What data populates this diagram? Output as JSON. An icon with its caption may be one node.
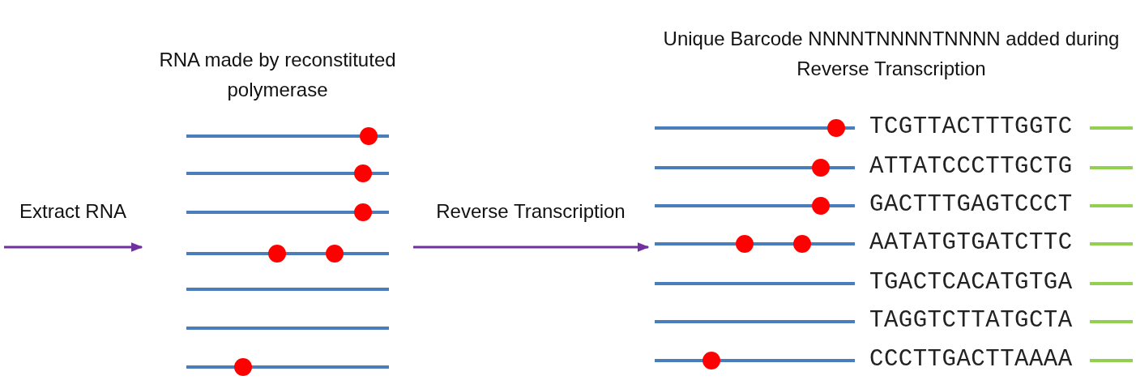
{
  "diagram": {
    "nodes": [
      {
        "text": [
          "RNA made by reconstituted polymerase"
        ]
      },
      {
        "text": [
          "Unique Barcode NNNNTNNNNTNNNN added during Reverse Transcription"
        ]
      }
    ],
    "edges": [
      {
        "from": null,
        "to": 0,
        "arrow": "to",
        "label": "Extract RNA",
        "color": "#7030a0"
      },
      {
        "from": 0,
        "to": 1,
        "arrow": "to",
        "label": "Reverse Transcription",
        "color": "#7030a0"
      }
    ],
    "labels": [
      "TCGTTACTTTGGTC",
      "ATTATCCCTTGCTG",
      "GACTTTGAGTCCCT",
      "AATATGTGATCTTC",
      "TGACTCACATGTGA",
      "TAGGTCTTATGCTA",
      "CCCTTGACTTAAAA"
    ]
  }
}
